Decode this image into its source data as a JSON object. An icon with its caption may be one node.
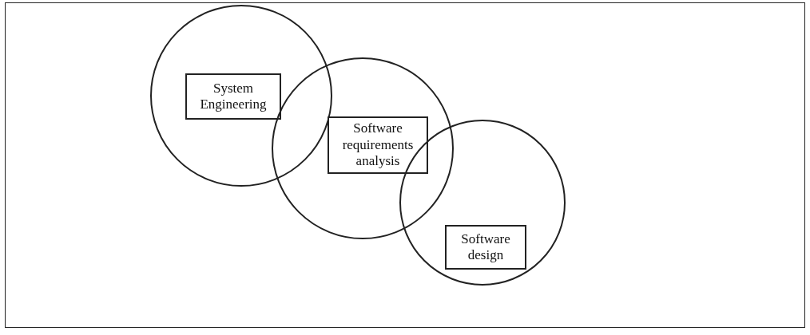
{
  "diagram": {
    "nodes": [
      {
        "text": [],
        "shape": "circle"
      },
      {
        "text": [
          "System Engineering"
        ],
        "in": 0
      },
      {
        "text": [],
        "shape": "circle"
      },
      {
        "text": [
          "Software requirements analysis"
        ],
        "in": 2
      },
      {
        "text": [],
        "shape": "circle"
      },
      {
        "text": [
          "Software design"
        ],
        "in": 4
      }
    ]
  }
}
